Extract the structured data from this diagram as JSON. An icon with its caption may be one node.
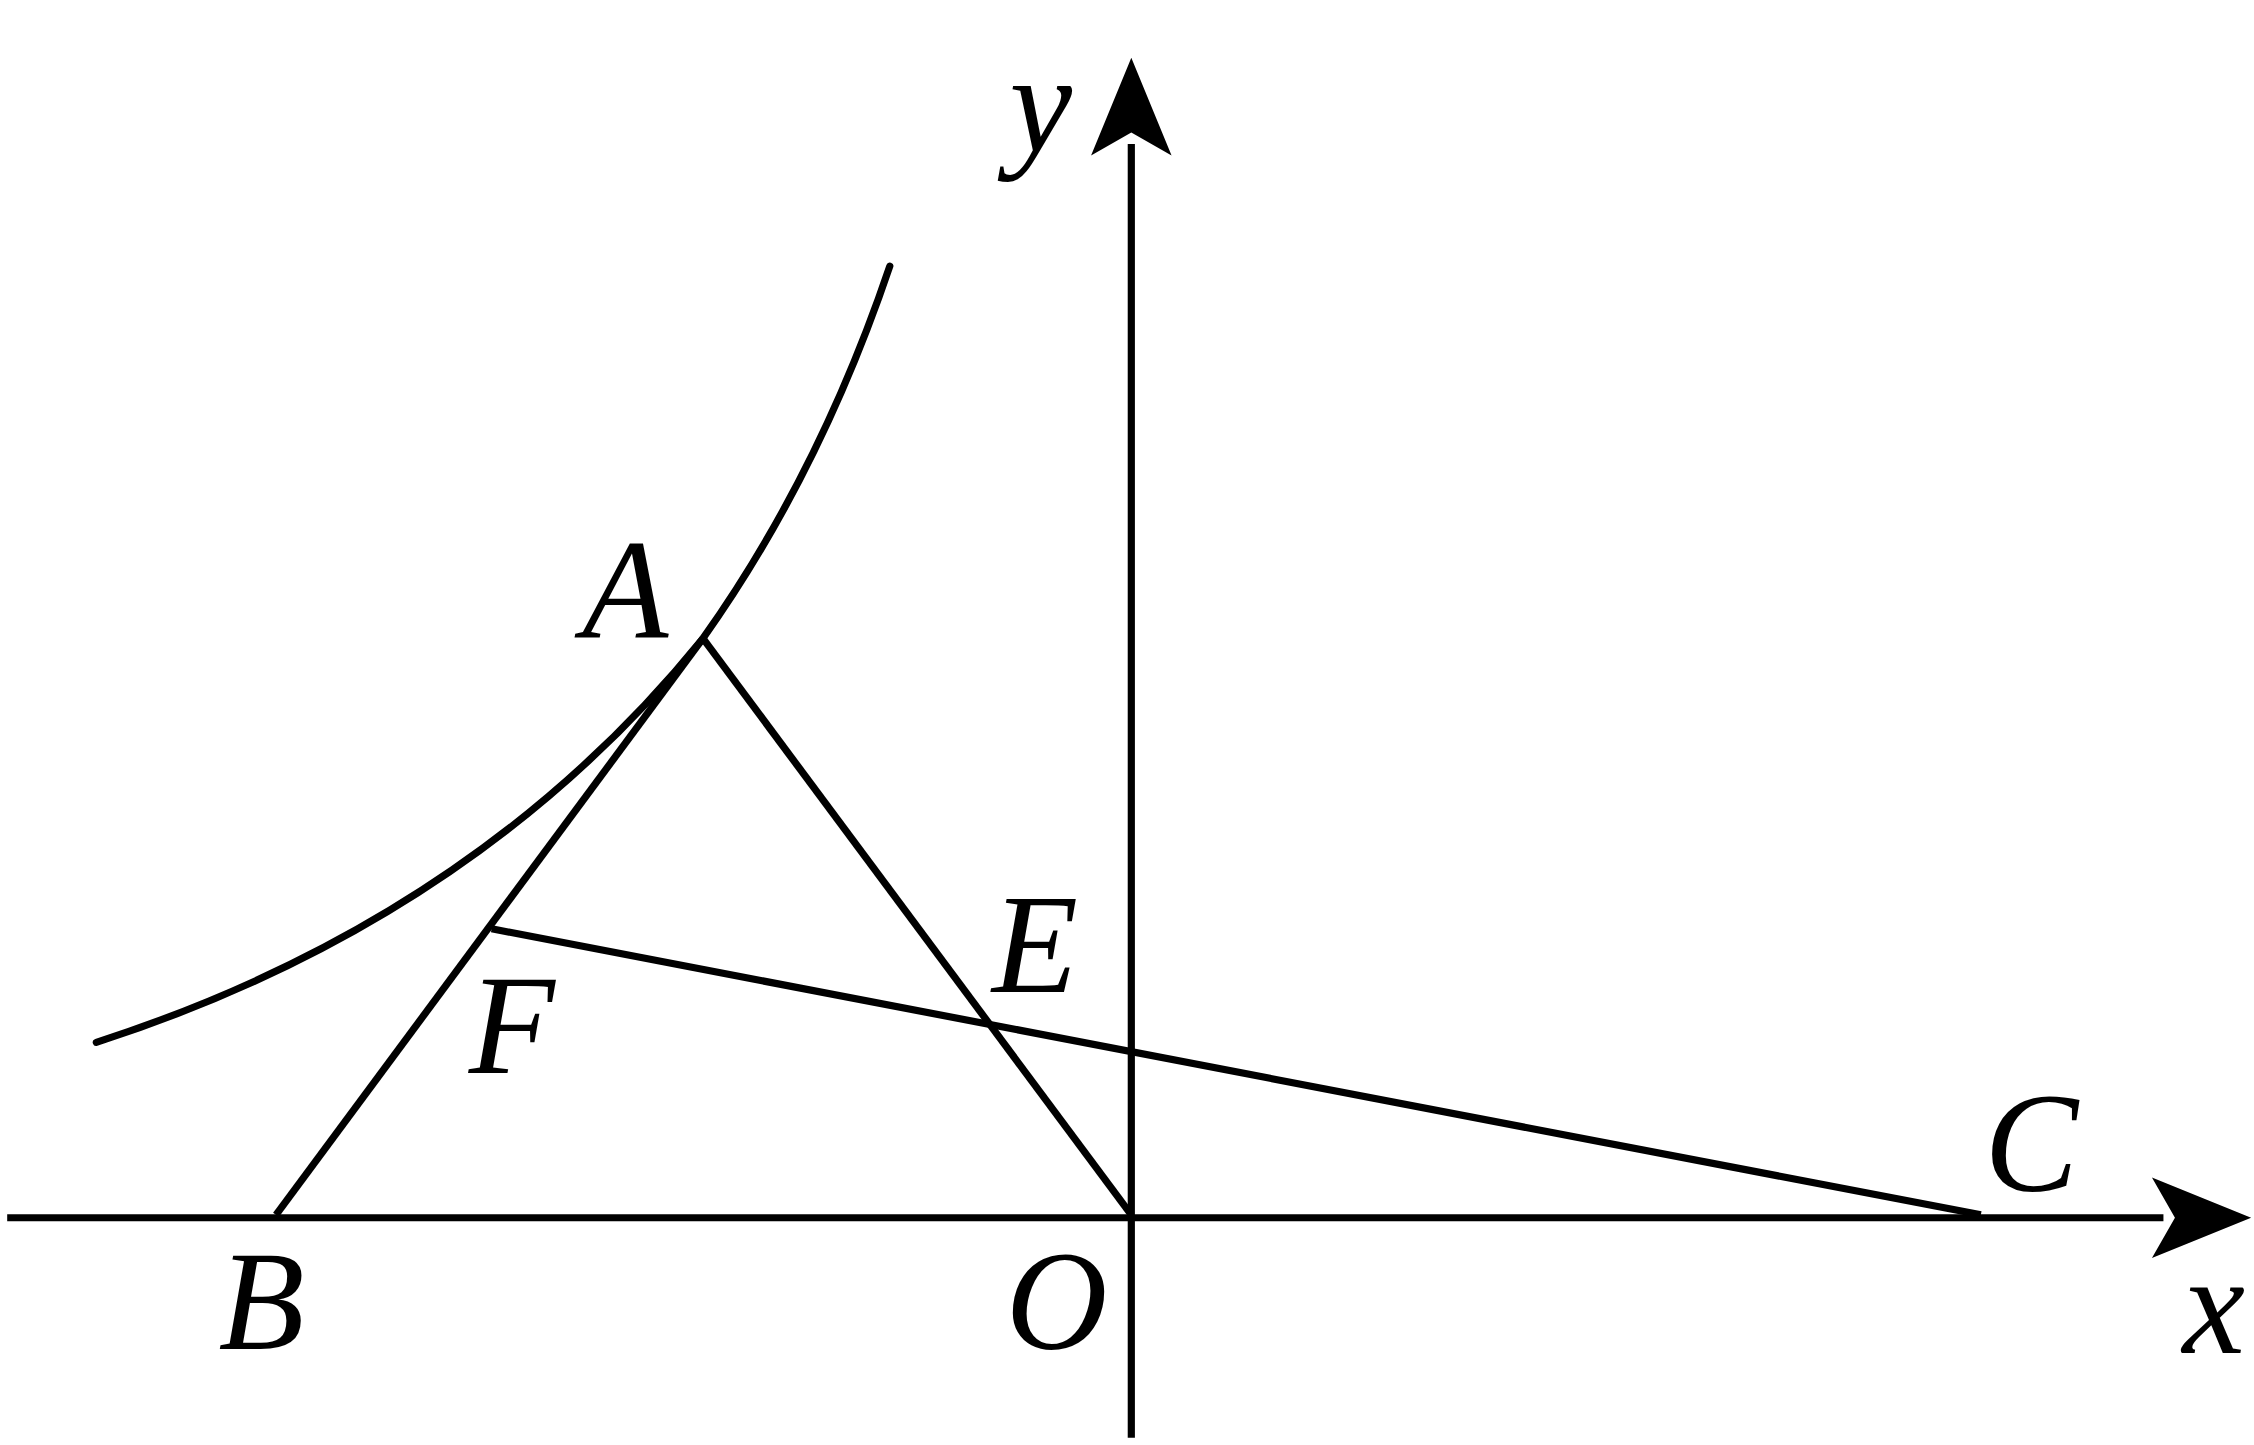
{
  "diagram": {
    "nodes": [
      {
        "text": [
          "A"
        ]
      },
      {
        "text": [
          "B"
        ]
      },
      {
        "text": [
          "O"
        ]
      },
      {
        "text": [
          "C"
        ]
      },
      {
        "text": [
          "E"
        ]
      },
      {
        "text": [
          "F"
        ]
      }
    ],
    "edges": [
      {
        "from": 0,
        "to": 1,
        "arrow": "none"
      },
      {
        "from": 0,
        "to": 2,
        "arrow": "none"
      },
      {
        "from": 5,
        "to": 3,
        "arrow": "none"
      }
    ],
    "labels": [
      "y",
      "x"
    ]
  }
}
